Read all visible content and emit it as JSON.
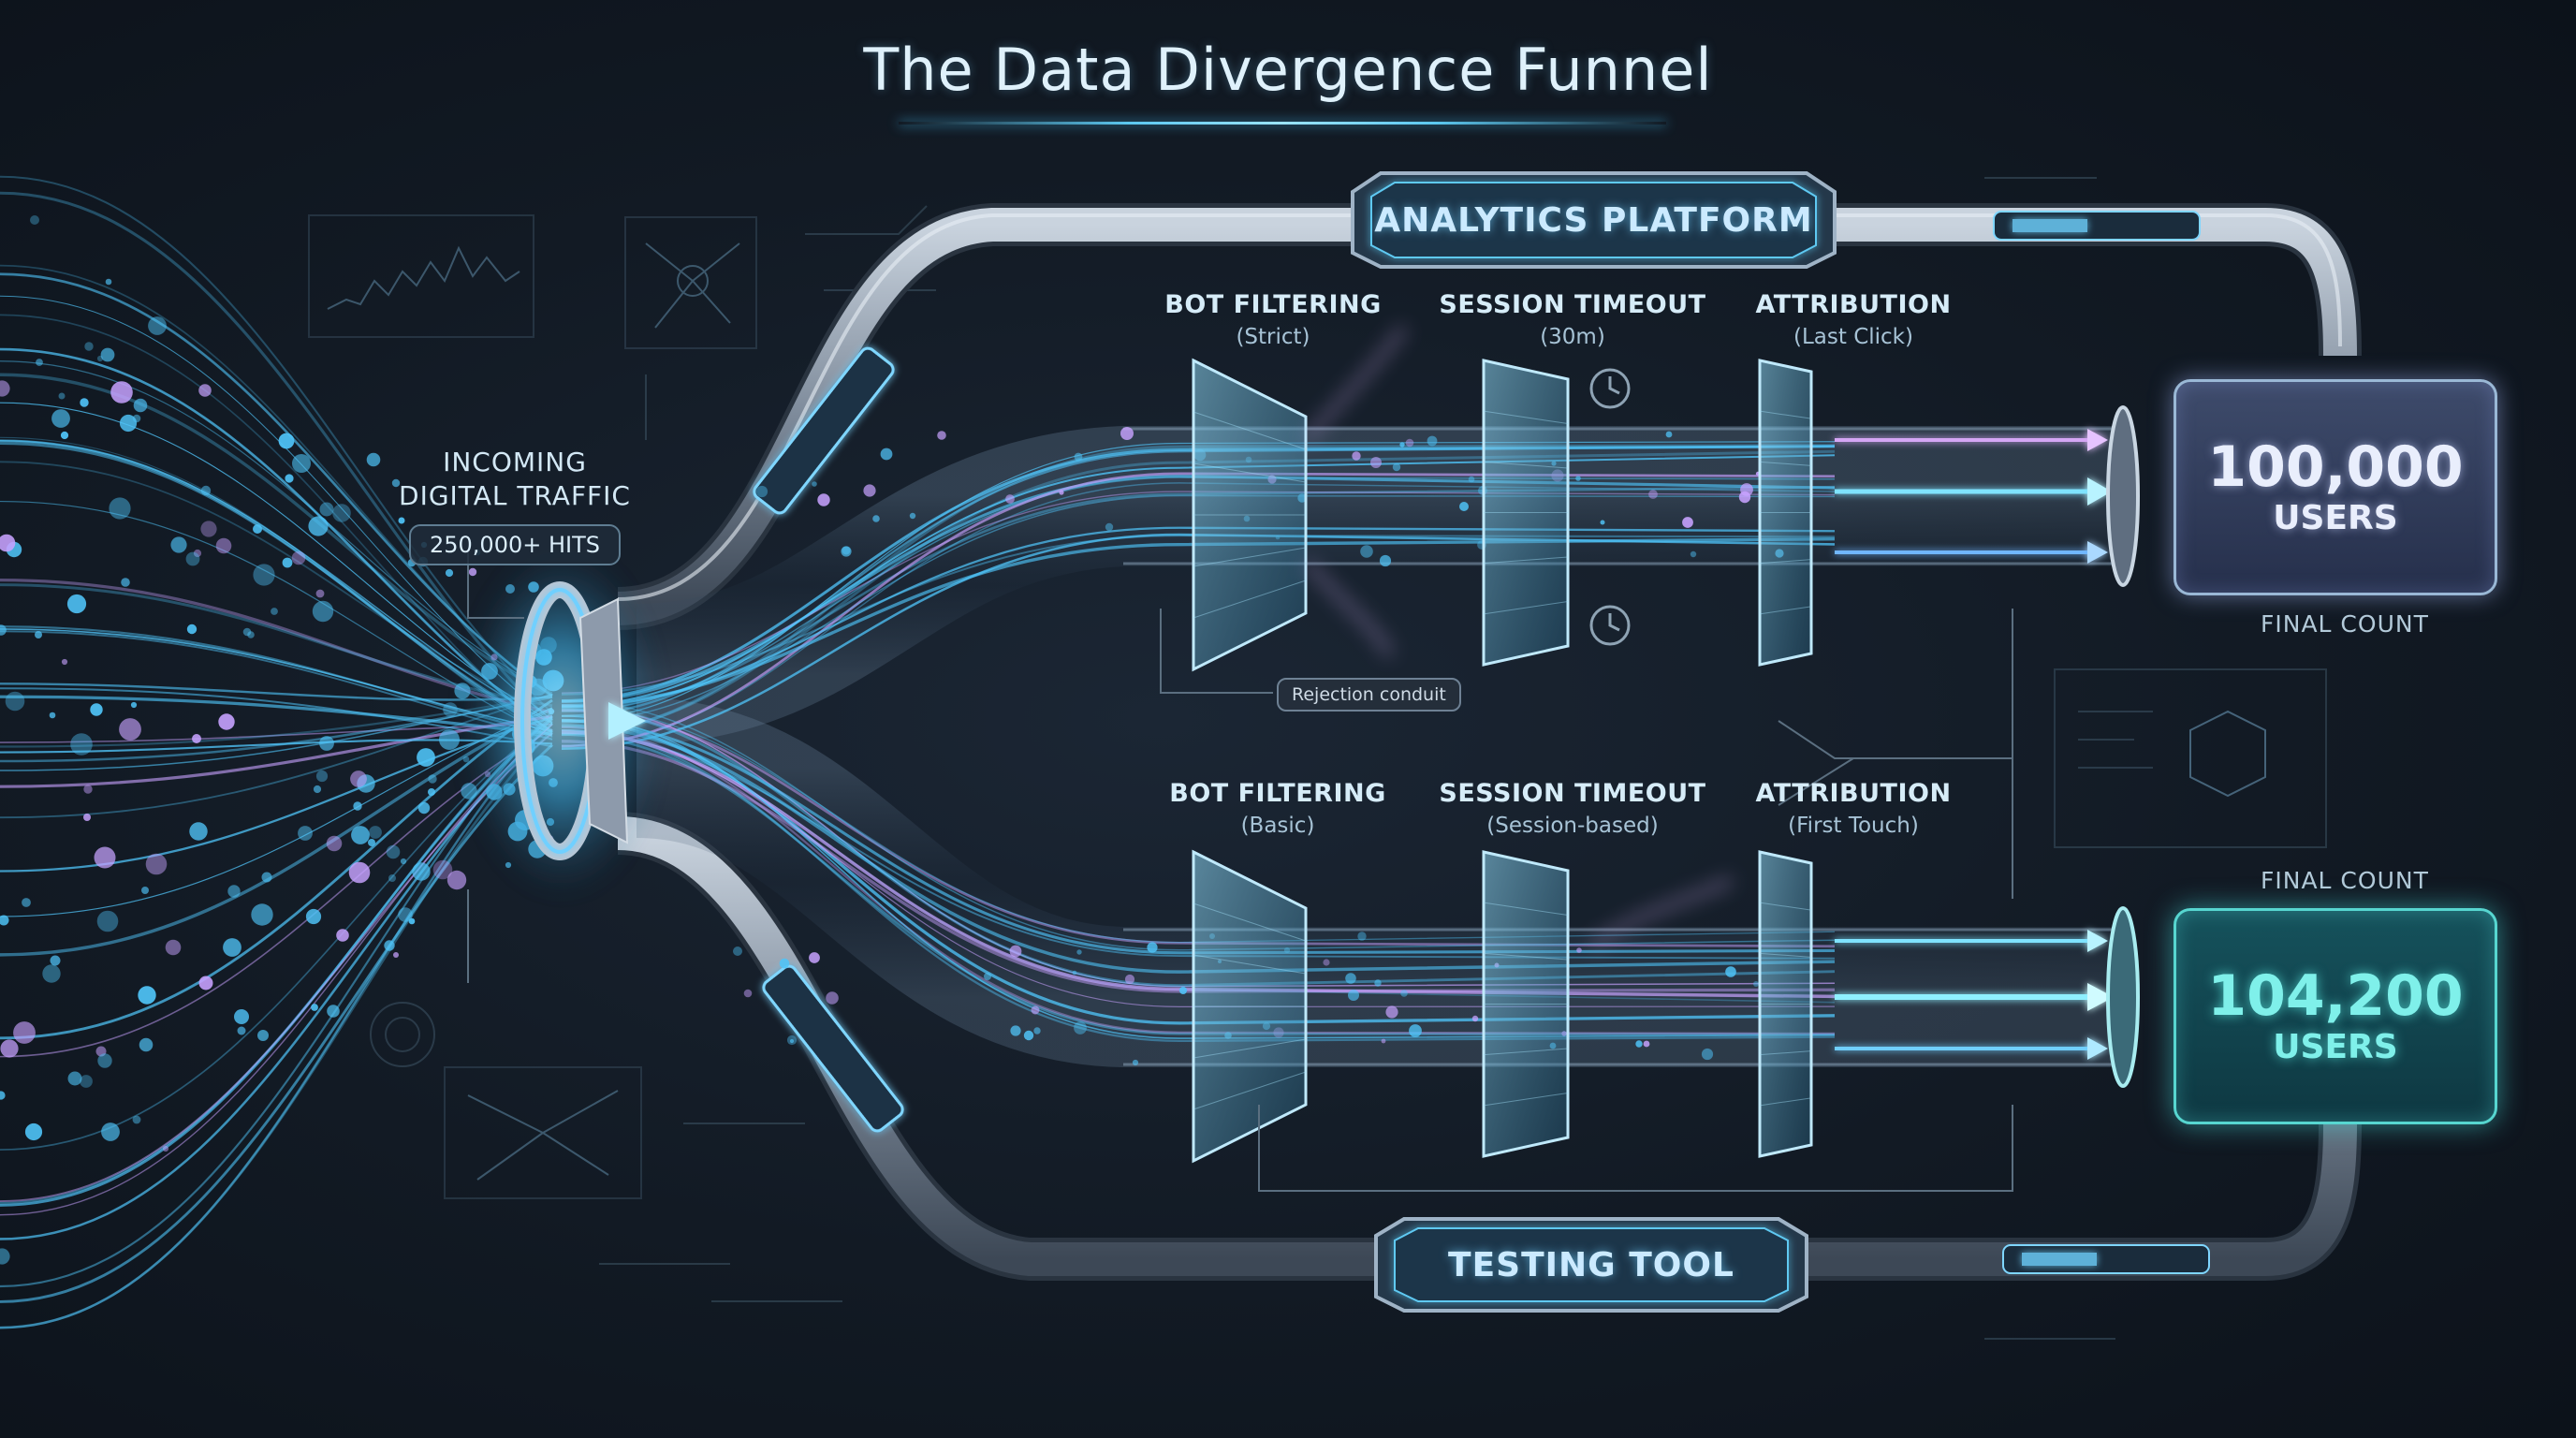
{
  "title": "The Data Divergence Funnel",
  "incoming": {
    "line1": "INCOMING",
    "line2": "DIGITAL TRAFFIC",
    "hits": "250,000+ HITS"
  },
  "top_pipeline": {
    "name": "ANALYTICS PLATFORM",
    "stages": [
      {
        "name": "BOT FILTERING",
        "setting": "(Strict)"
      },
      {
        "name": "SESSION TIMEOUT",
        "setting": "(30m)"
      },
      {
        "name": "ATTRIBUTION",
        "setting": "(Last Click)"
      }
    ],
    "result": {
      "value": "100,000",
      "unit": "USERS",
      "caption": "FINAL COUNT"
    }
  },
  "bottom_pipeline": {
    "name": "TESTING TOOL",
    "stages": [
      {
        "name": "BOT FILTERING",
        "setting": "(Basic)"
      },
      {
        "name": "SESSION TIMEOUT",
        "setting": "(Session-based)"
      },
      {
        "name": "ATTRIBUTION",
        "setting": "(First Touch)"
      }
    ],
    "result": {
      "value": "104,200",
      "unit": "USERS",
      "caption": "FINAL COUNT"
    }
  },
  "rejection_label": "Rejection conduit",
  "colors": {
    "flow": "#4fc3f7",
    "flow_accent": "#c7a2ff",
    "top_result": "#b7c4ff",
    "bottom_result": "#5ee6df",
    "pipe": "#9aa7b8"
  },
  "icons": [
    "clock-icon",
    "funnel-filter-icon",
    "network-graph-icon"
  ]
}
